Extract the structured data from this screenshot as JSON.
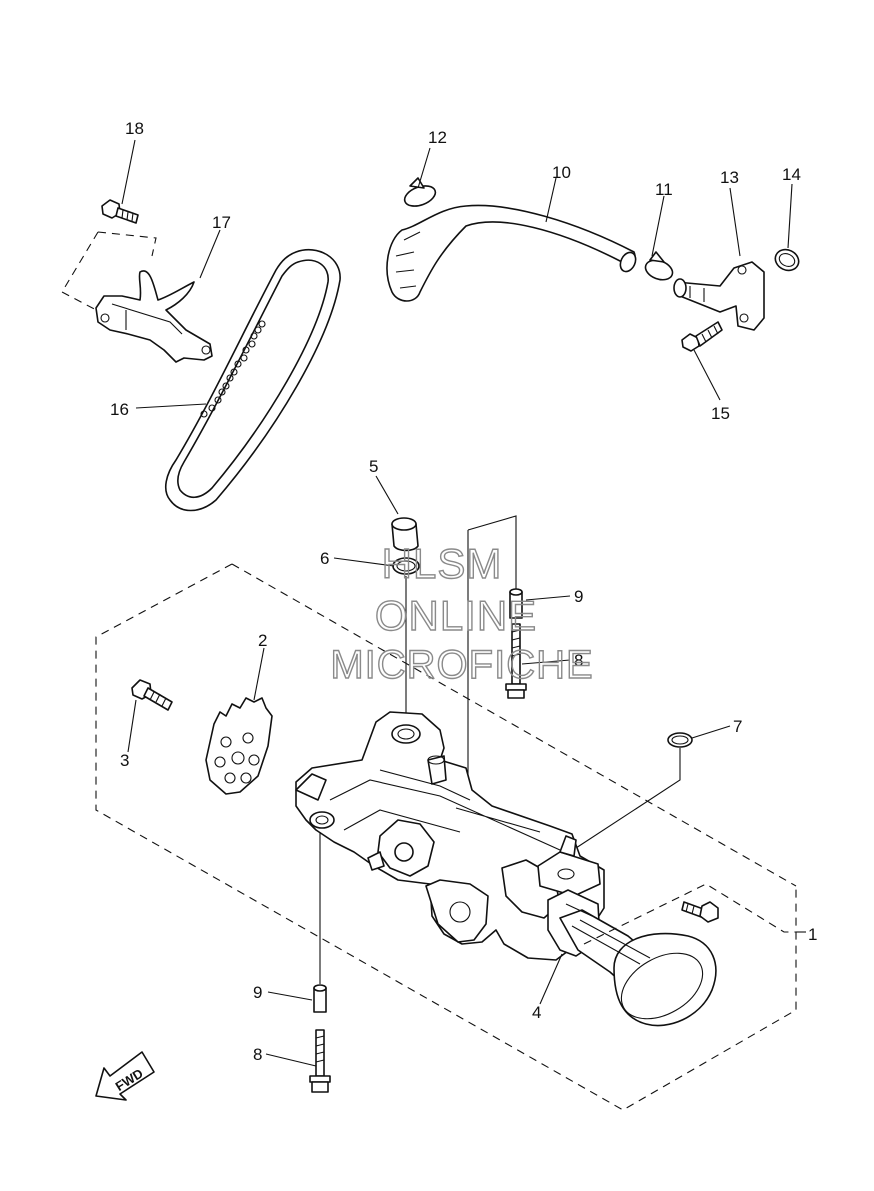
{
  "watermark": {
    "line1": "HLSM",
    "line2": "ONLINE",
    "line3": "MICROFICHE"
  },
  "direction_arrow": {
    "label": "FWD"
  },
  "callouts": [
    {
      "id": "1",
      "text": "1"
    },
    {
      "id": "2",
      "text": "2"
    },
    {
      "id": "3",
      "text": "3"
    },
    {
      "id": "4",
      "text": "4"
    },
    {
      "id": "5",
      "text": "5"
    },
    {
      "id": "6",
      "text": "6"
    },
    {
      "id": "7",
      "text": "7"
    },
    {
      "id": "8a",
      "text": "8"
    },
    {
      "id": "8b",
      "text": "8"
    },
    {
      "id": "9a",
      "text": "9"
    },
    {
      "id": "9b",
      "text": "9"
    },
    {
      "id": "10",
      "text": "10"
    },
    {
      "id": "11",
      "text": "11"
    },
    {
      "id": "12",
      "text": "12"
    },
    {
      "id": "13",
      "text": "13"
    },
    {
      "id": "14",
      "text": "14"
    },
    {
      "id": "15",
      "text": "15"
    },
    {
      "id": "16",
      "text": "16"
    },
    {
      "id": "17",
      "text": "17"
    },
    {
      "id": "18",
      "text": "18"
    }
  ],
  "colors": {
    "line": "#111111",
    "watermark": "#8a8a8a",
    "background": "#ffffff"
  }
}
